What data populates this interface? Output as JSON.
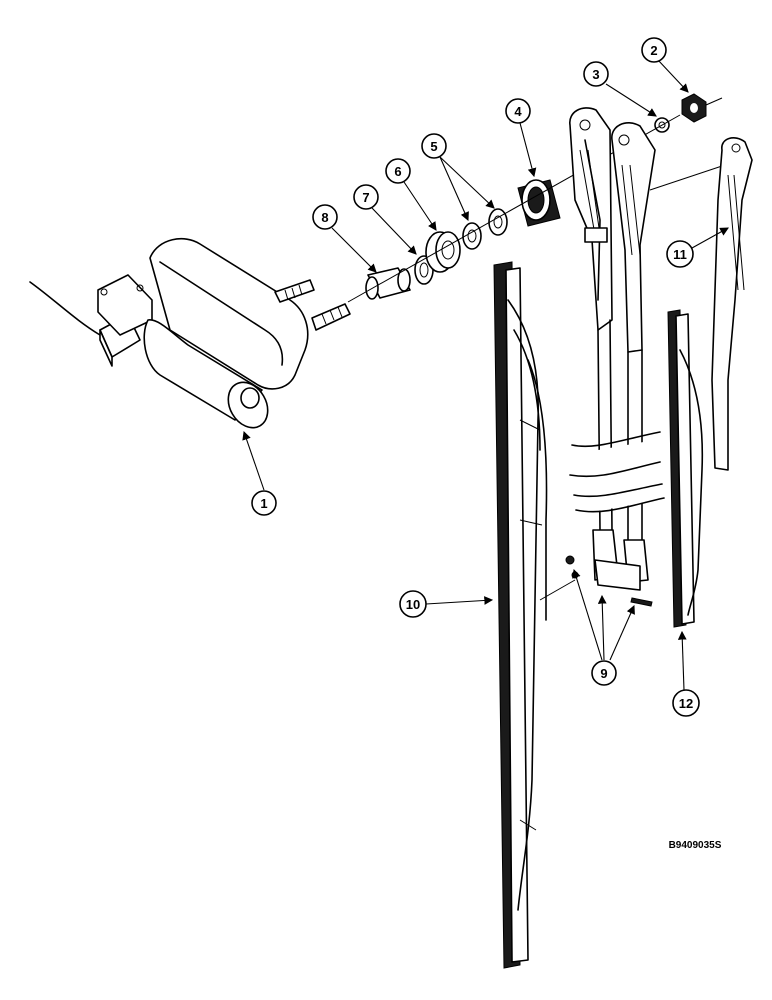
{
  "callouts": [
    "1",
    "2",
    "3",
    "4",
    "5",
    "6",
    "7",
    "8",
    "9",
    "10",
    "11",
    "12"
  ],
  "reference_code": "B9409035S"
}
